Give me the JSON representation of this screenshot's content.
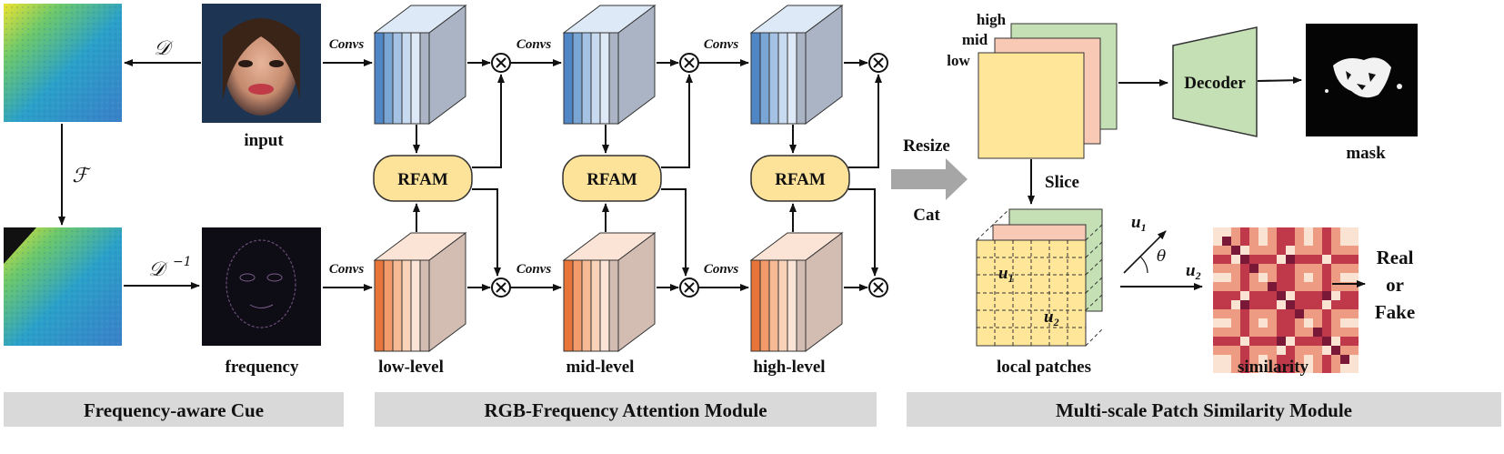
{
  "labels": {
    "input": "input",
    "frequency": "frequency",
    "low_level": "low-level",
    "mid_level": "mid-level",
    "high_level": "high-level",
    "rfam": "RFAM",
    "convs": "Convs",
    "resize": "Resize",
    "cat": "Cat",
    "slice": "Slice",
    "high": "high",
    "mid": "mid",
    "low": "low",
    "decoder": "Decoder",
    "mask": "mask",
    "local_patches": "local patches",
    "similarity": "similarity",
    "real": "Real",
    "or": "or",
    "fake": "Fake",
    "u1": "u",
    "u2": "u",
    "sub1": "1",
    "sub2": "2",
    "theta": "θ",
    "dct": "𝒟",
    "idct": "𝒟",
    "minus1": "−1",
    "fft": "ℱ"
  },
  "sections": {
    "freq": "Frequency-aware Cue",
    "rgb": "RGB-Frequency Attention Module",
    "mps": "Multi-scale Patch Similarity Module"
  },
  "colors": {
    "blue_block": "#5b8fcb",
    "orange_block": "#e9874a",
    "rfam": "#fde399",
    "decoder": "#c5e0b4",
    "section_bar": "#d9d9d9",
    "similarity_dark": "#8b1e3f"
  }
}
